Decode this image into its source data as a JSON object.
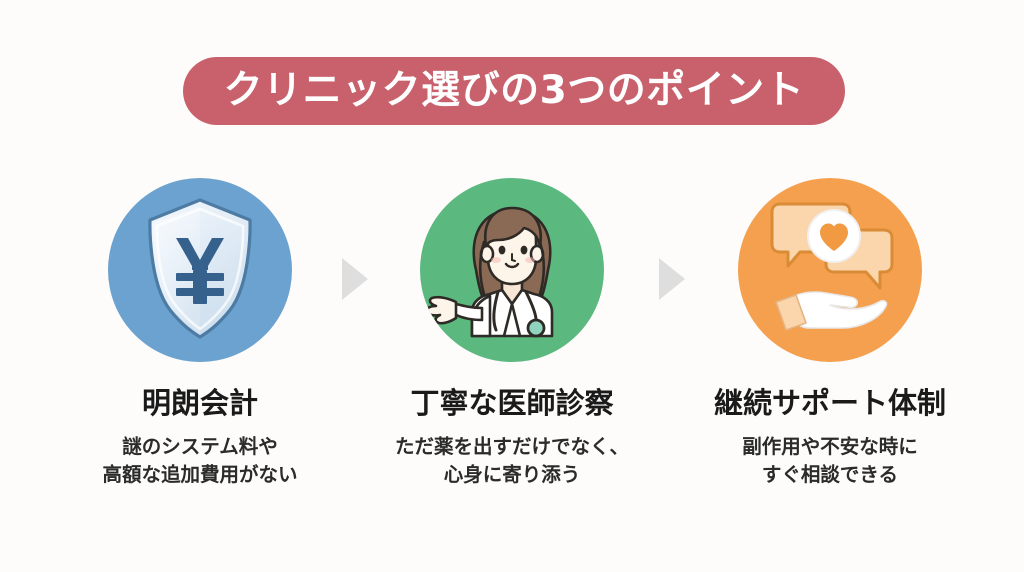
{
  "theme": {
    "background": "#fdfcfa",
    "title_pill_color": "#c8616b",
    "title_text_color": "#ffffff",
    "heading_color": "#1a1a1a",
    "body_color": "#2b2b2b",
    "arrow_color": "#dedede",
    "circle_1_color": "#6ba2cf",
    "circle_2_color": "#5bb87f",
    "circle_3_color": "#f5a04e"
  },
  "header": {
    "title": "クリニック選びの3つのポイント"
  },
  "points": [
    {
      "icon_name": "shield-yen-icon",
      "circle_color": "#6ba2cf",
      "heading": "明朗会計",
      "body_line_1": "謎のシステム料や",
      "body_line_2": "高額な追加費用がない"
    },
    {
      "icon_name": "female-doctor-icon",
      "circle_color": "#5bb87f",
      "heading": "丁寧な医師診察",
      "body_line_1": "ただ薬を出すだけでなく、",
      "body_line_2": "心身に寄り添う"
    },
    {
      "icon_name": "hand-heart-chat-icon",
      "circle_color": "#f5a04e",
      "heading": "継続サポート体制",
      "body_line_1": "副作用や不安な時に",
      "body_line_2": "すぐ相談できる"
    }
  ],
  "separators": [
    {
      "icon_name": "arrow-right-icon"
    },
    {
      "icon_name": "arrow-right-icon"
    }
  ]
}
